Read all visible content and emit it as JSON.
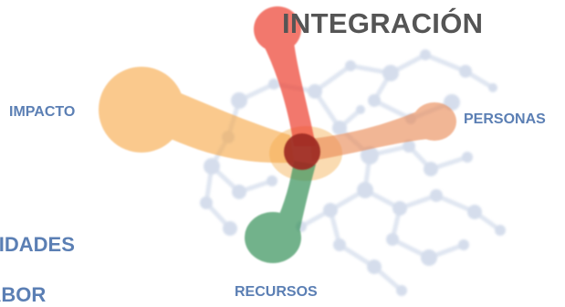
{
  "diagram": {
    "title": "INTEGRACIÓN",
    "nodes": {
      "impacto": "IMPACTO",
      "personas": "PERSONAS",
      "recursos": "RECURSOS"
    },
    "cut_off_text": [
      "IVIDADES",
      "LABOR"
    ]
  },
  "colors": {
    "title": "#555555",
    "label": "#5b7fb4",
    "integracion": "#ef4a3a",
    "impacto": "#f7b25c",
    "personas": "#ed8e5a",
    "recursos": "#3f9a60",
    "center": "#a12b22",
    "molecule": "#b8c6df"
  }
}
